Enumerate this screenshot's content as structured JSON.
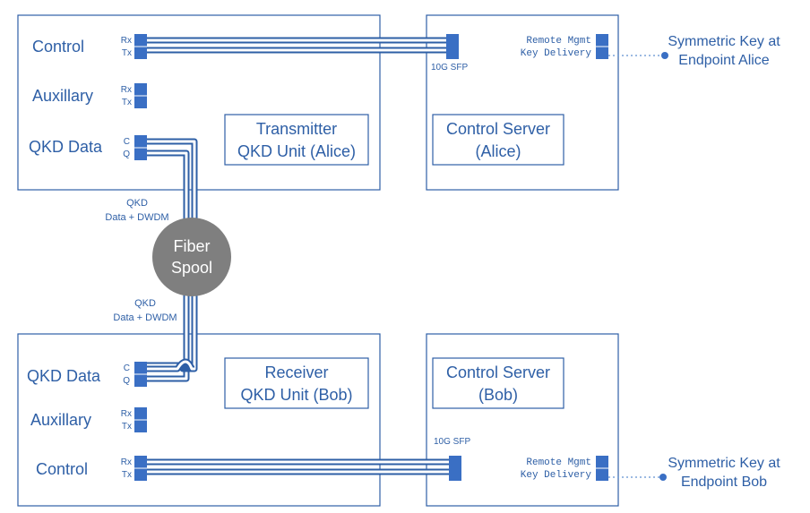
{
  "labels": {
    "tx_control": "Control",
    "tx_auxillary": "Auxillary",
    "tx_qkd_data": "QKD Data",
    "rx_qkd_data": "QKD Data",
    "rx_auxillary": "Auxillary",
    "rx_control": "Control",
    "port_rx": "Rx",
    "port_tx": "Tx",
    "port_c": "C",
    "port_q": "Q"
  },
  "transmitter": {
    "line1": "Transmitter",
    "line2": "QKD Unit (Alice)"
  },
  "receiver": {
    "line1": "Receiver",
    "line2": "QKD Unit (Bob)"
  },
  "control_server_alice": {
    "line1": "Control Server",
    "line2": "(Alice)"
  },
  "control_server_bob": {
    "line1": "Control Server",
    "line2": "(Bob)"
  },
  "sfp_label": "10G SFP",
  "remote_mgmt": "Remote Mgmt",
  "key_delivery": "Key Delivery",
  "endpoint_alice": {
    "line1": "Symmetric Key at",
    "line2": "Endpoint Alice"
  },
  "endpoint_bob": {
    "line1": "Symmetric Key at",
    "line2": "Endpoint Bob"
  },
  "fiber_label_top": {
    "line1": "QKD",
    "line2": "Data + DWDM"
  },
  "fiber_label_bottom": {
    "line1": "QKD",
    "line2": "Data + DWDM"
  },
  "spool": {
    "line1": "Fiber",
    "line2": "Spool"
  },
  "colors": {
    "accent": "#2e5fa6",
    "port": "#3a6fc4",
    "spool": "#7f7f7f",
    "dotted": "#7ba3d8"
  }
}
